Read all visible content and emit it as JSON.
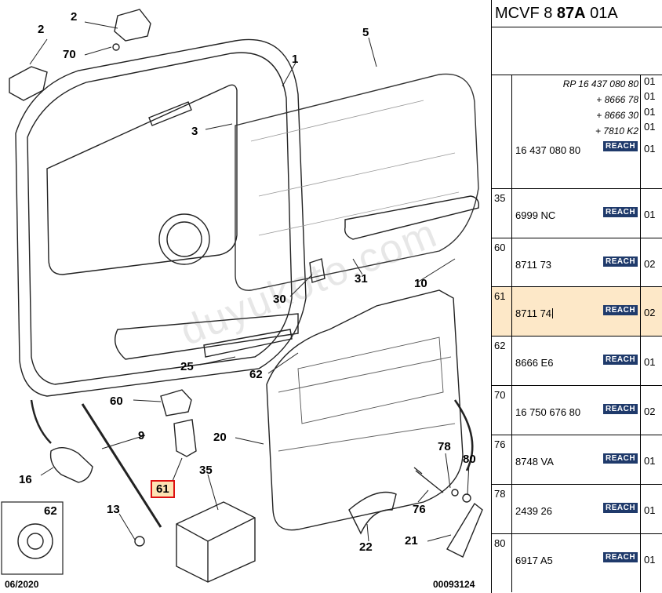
{
  "header": {
    "prefix": "MCVF 8 ",
    "bold": "87A",
    "suffix": " 01A"
  },
  "diagram": {
    "callouts": [
      {
        "id": "c2a",
        "label": "2"
      },
      {
        "id": "c2b",
        "label": "2"
      },
      {
        "id": "c70",
        "label": "70"
      },
      {
        "id": "c5",
        "label": "5"
      },
      {
        "id": "c1",
        "label": "1"
      },
      {
        "id": "c3",
        "label": "3"
      },
      {
        "id": "c30",
        "label": "30"
      },
      {
        "id": "c31",
        "label": "31"
      },
      {
        "id": "c10",
        "label": "10"
      },
      {
        "id": "c25",
        "label": "25"
      },
      {
        "id": "c62a",
        "label": "62"
      },
      {
        "id": "c60",
        "label": "60"
      },
      {
        "id": "c9",
        "label": "9"
      },
      {
        "id": "c20",
        "label": "20"
      },
      {
        "id": "c16",
        "label": "16"
      },
      {
        "id": "c61",
        "label": "61"
      },
      {
        "id": "c35",
        "label": "35"
      },
      {
        "id": "c78",
        "label": "78"
      },
      {
        "id": "c80",
        "label": "80"
      },
      {
        "id": "c76",
        "label": "76"
      },
      {
        "id": "c13",
        "label": "13"
      },
      {
        "id": "c62b",
        "label": "62"
      },
      {
        "id": "c22",
        "label": "22"
      },
      {
        "id": "c21",
        "label": "21"
      }
    ],
    "watermark": "duyukoto.com",
    "footer_date": "06/2020",
    "footer_ref": "00093124"
  },
  "parts": {
    "reach_label": "REACH",
    "rows": [
      {
        "ref": "",
        "lines": [
          "RP 16 437 080 80",
          "+ 8666 78",
          "+ 8666 30",
          "+ 7810 K2"
        ],
        "line_qty": [
          "01",
          "01",
          "01",
          "01"
        ],
        "part": "16 437 080 80",
        "qty": "01",
        "selected": false
      },
      {
        "ref": "35",
        "part": "6999 NC",
        "qty": "01",
        "selected": false
      },
      {
        "ref": "60",
        "part": "8711 73",
        "qty": "02",
        "selected": false
      },
      {
        "ref": "61",
        "part": "8711 74",
        "qty": "02",
        "selected": true
      },
      {
        "ref": "62",
        "part": "8666 E6",
        "qty": "01",
        "selected": false
      },
      {
        "ref": "70",
        "part": "16 750 676 80",
        "qty": "02",
        "selected": false
      },
      {
        "ref": "76",
        "part": "8748 VA",
        "qty": "01",
        "selected": false
      },
      {
        "ref": "78",
        "part": "2439 26",
        "qty": "01",
        "selected": false
      },
      {
        "ref": "80",
        "part": "6917 A5",
        "qty": "01",
        "selected": false
      }
    ]
  },
  "colors": {
    "highlight_fill": "#fde3b3",
    "highlight_border": "#dd1111",
    "reach_badge": "#1f3a6b",
    "selected_row": "#fde8c8"
  }
}
